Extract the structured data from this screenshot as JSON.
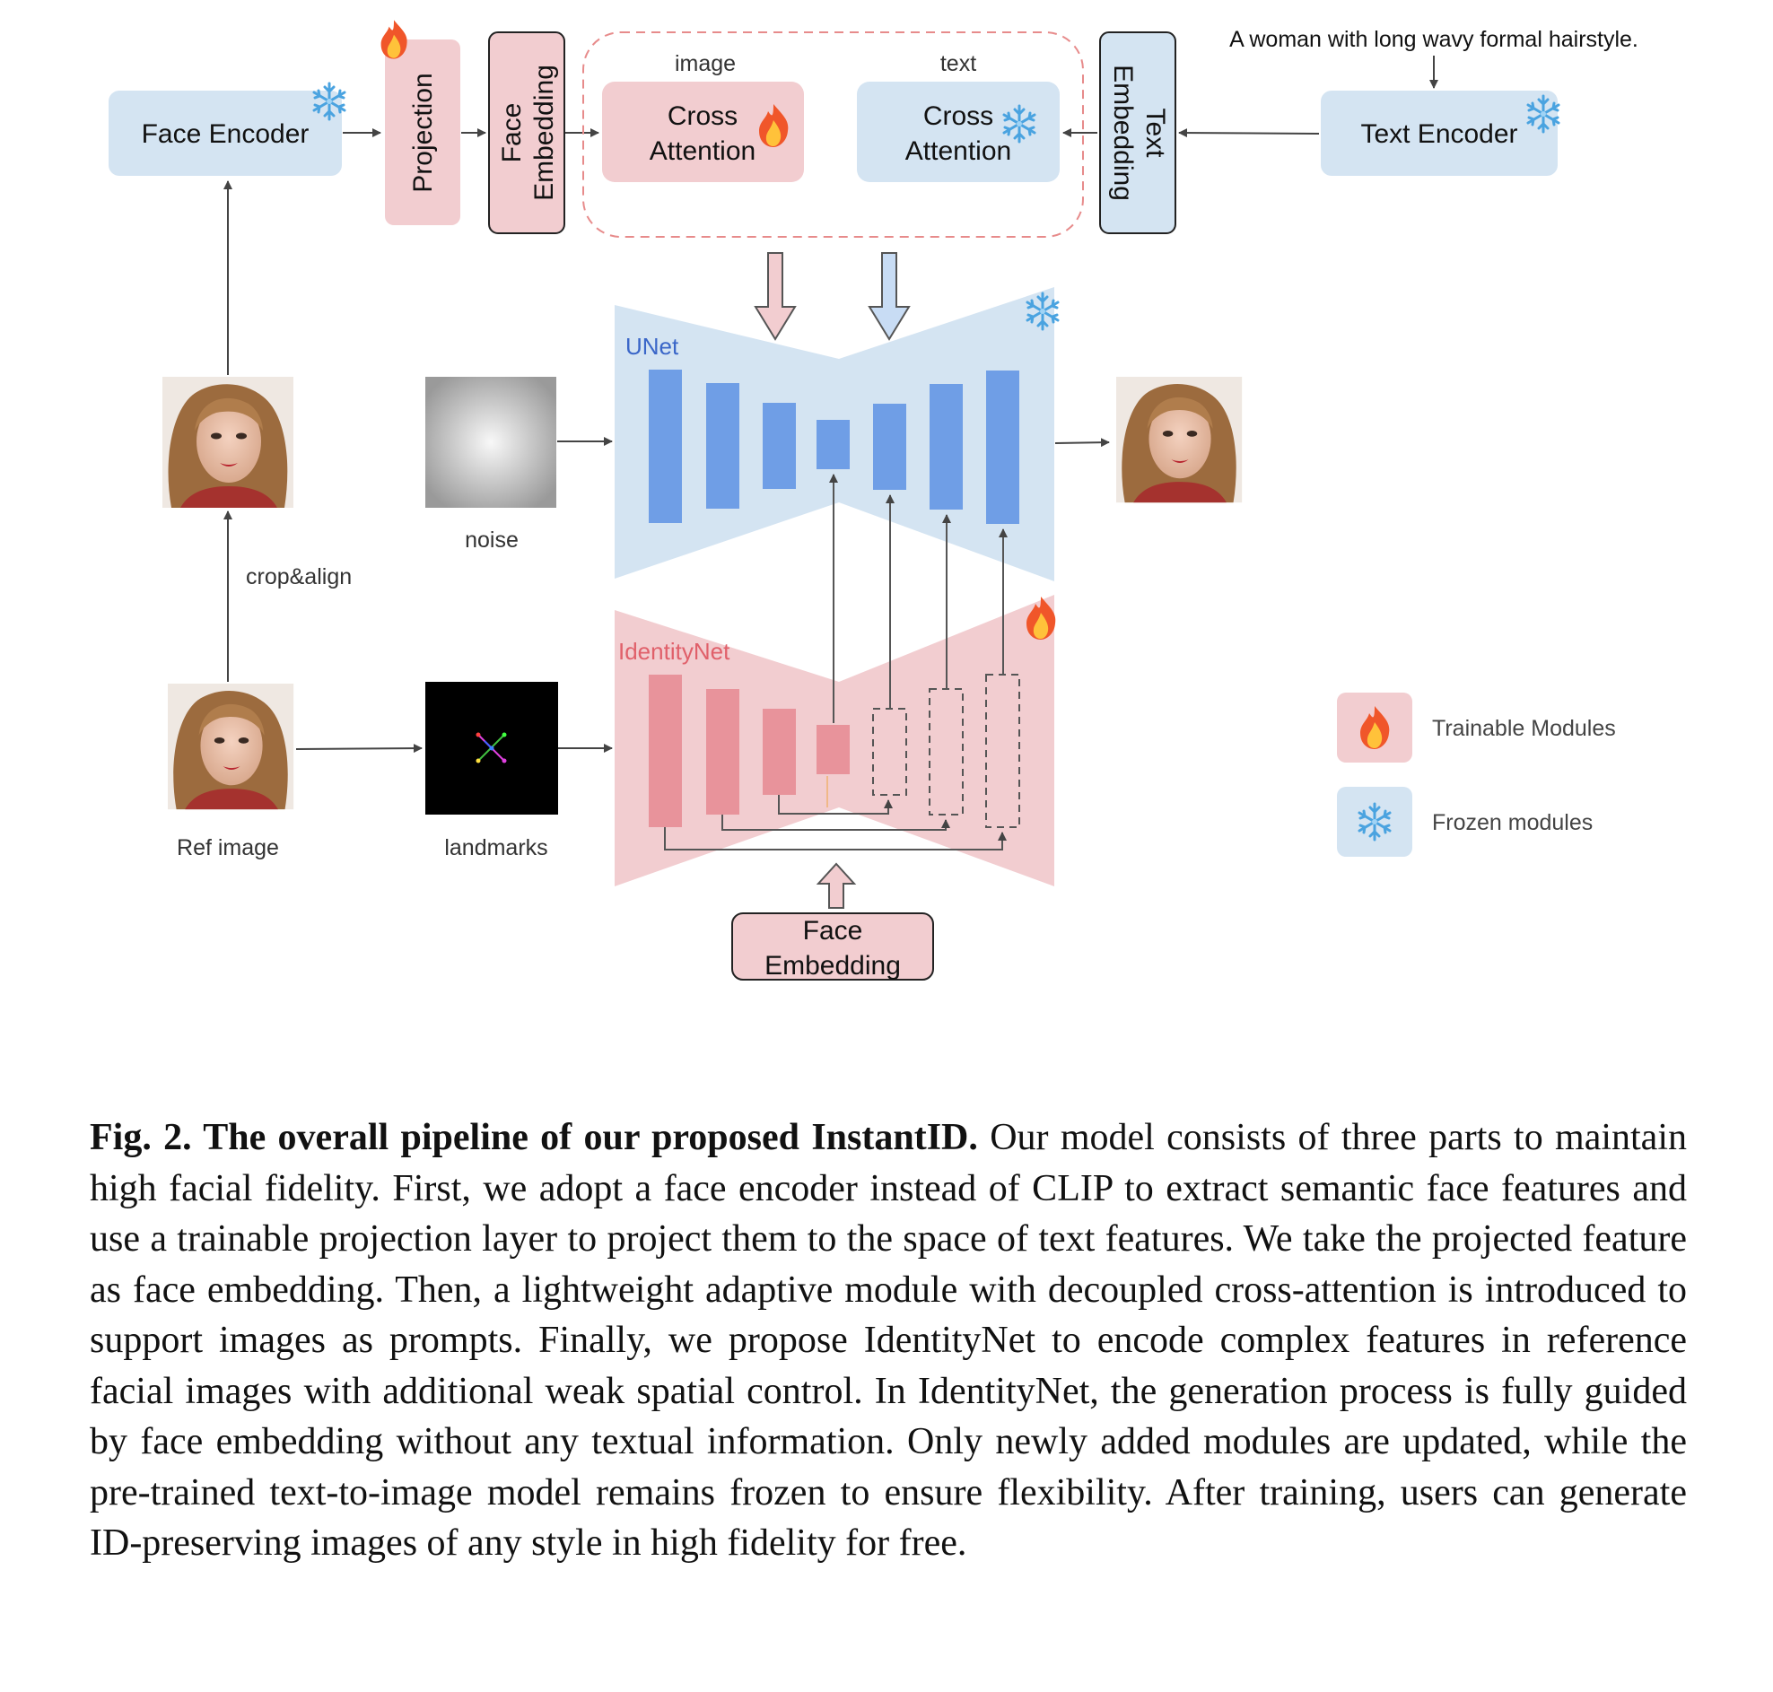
{
  "diagram": {
    "prompt_text": "A woman with long wavy formal hairstyle.",
    "face_encoder": "Face Encoder",
    "projection": "Projection",
    "face_embedding_top": [
      "Face",
      "Embedding"
    ],
    "cross_attention_image": {
      "header": "image",
      "lines": [
        "Cross",
        "Attention"
      ]
    },
    "cross_attention_text": {
      "header": "text",
      "lines": [
        "Cross",
        "Attention"
      ]
    },
    "text_embedding": [
      "Text",
      "Embedding"
    ],
    "text_encoder": "Text Encoder",
    "unet_label": "UNet",
    "identitynet_label": "IdentityNet",
    "noise_label": "noise",
    "crop_align_label": "crop&align",
    "ref_image_label": "Ref image",
    "landmarks_label": "landmarks",
    "face_embedding_bottom": [
      "Face",
      "Embedding"
    ],
    "legend": {
      "trainable": "Trainable Modules",
      "frozen": "Frozen modules"
    },
    "icons": {
      "trainable": "fire-icon",
      "frozen": "snowflake-icon"
    },
    "colors": {
      "frozen_fill": "#d4e4f2",
      "trainable_fill": "#f2cdd0",
      "unet_bar": "#6f9ee6",
      "identity_bar": "#e8939b"
    }
  },
  "caption": {
    "label": "Fig. 2. The overall pipeline of our proposed InstantID.",
    "text": "Our model consists of three parts to maintain high facial fidelity. First, we adopt a face encoder instead of CLIP to extract semantic face features and use a trainable projection layer to project them to the space of text features. We take the projected feature as face embedding. Then, a lightweight adaptive module with decoupled cross-attention is introduced to support images as prompts. Finally, we propose IdentityNet to encode complex features in reference facial images with additional weak spatial control. In IdentityNet, the generation process is fully guided by face embedding without any textual information. Only newly added modules are updated, while the pre-trained text-to-image model remains frozen to ensure flexibility. After training, users can generate ID-preserving images of any style in high fidelity for free."
  }
}
